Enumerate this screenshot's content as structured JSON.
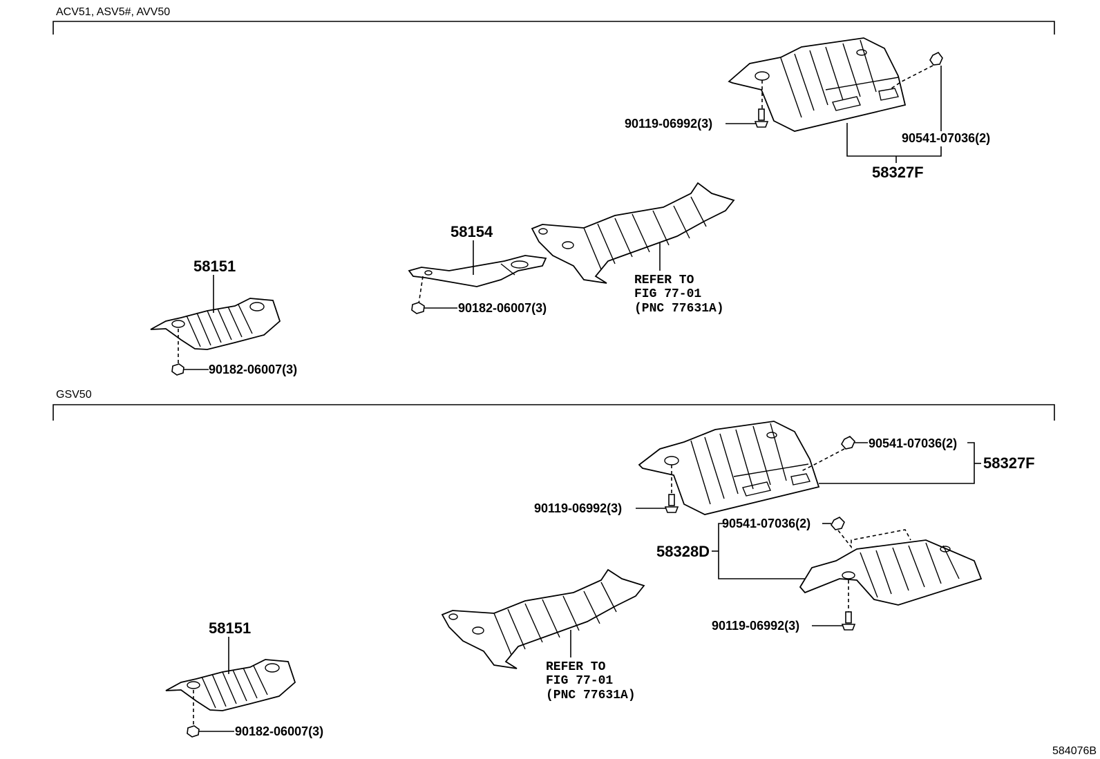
{
  "sections": {
    "upper_title": "ACV51, ASV5#, AVV50",
    "lower_title": "GSV50"
  },
  "upper": {
    "p58327F": "58327F",
    "p90119": "90119-06992(3)",
    "p90541": "90541-07036(2)",
    "p58154": "58154",
    "p90182_mid": "90182-06007(3)",
    "ref_line1": "REFER TO",
    "ref_line2": "FIG 77-01",
    "ref_line3": "(PNC 77631A)",
    "p58151": "58151",
    "p90182_left": "90182-06007(3)"
  },
  "lower": {
    "p90541_a": "90541-07036(2)",
    "p58327F": "58327F",
    "p90119_a": "90119-06992(3)",
    "p90541_b": "90541-07036(2)",
    "p58328D": "58328D",
    "p90119_b": "90119-06992(3)",
    "ref_line1": "REFER TO",
    "ref_line2": "FIG 77-01",
    "ref_line3": "(PNC 77631A)",
    "p58151": "58151",
    "p90182": "90182-06007(3)"
  },
  "figure_id": "584076B"
}
